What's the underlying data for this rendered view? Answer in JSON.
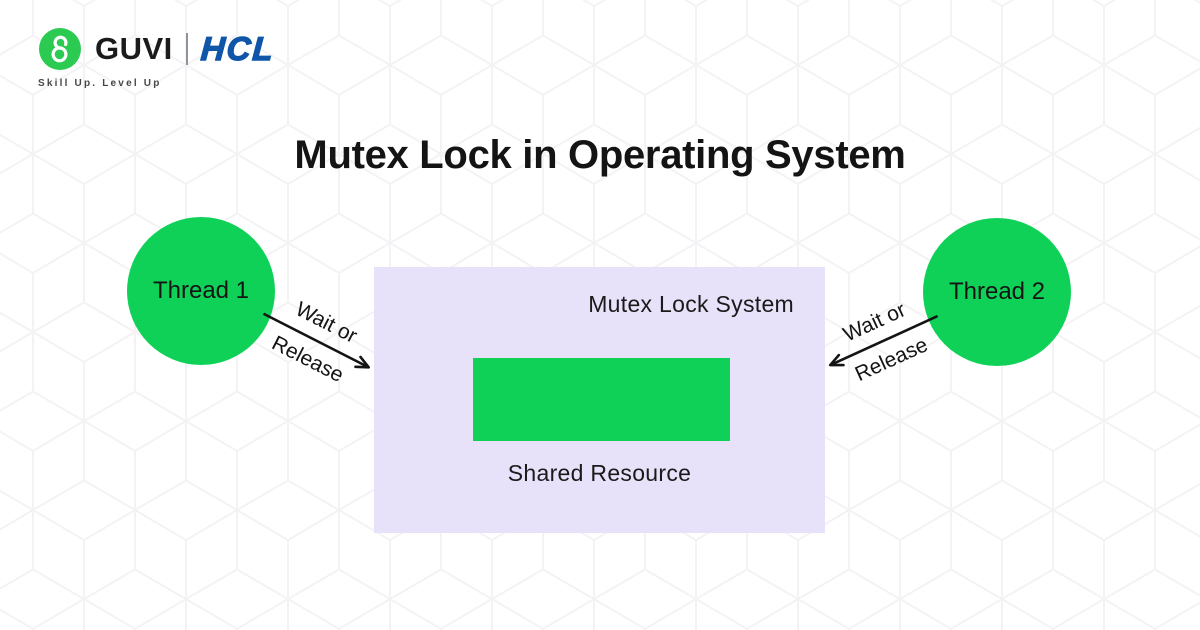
{
  "header": {
    "brand_guvi": "GUVI",
    "brand_hcl": "HCL",
    "tagline": "Skill Up. Level Up"
  },
  "title": "Mutex Lock in Operating System",
  "diagram": {
    "thread1_label": "Thread 1",
    "thread2_label": "Thread 2",
    "left_arrow": {
      "line1": "Wait or",
      "line2": "Release"
    },
    "right_arrow": {
      "line1": "Wait or",
      "line2": "Release"
    },
    "mutex_box": {
      "title": "Mutex Lock System",
      "shared_resource_label": "Shared Resource"
    }
  },
  "colors": {
    "brand_green": "#2BCB52",
    "thread_green": "#0FD158",
    "resource_green": "#0FD158",
    "mutex_box_lavender": "#E7E1F9",
    "hcl_blue": "#0F56A9",
    "text_dark": "#141414",
    "pattern_line": "#F4F2F5",
    "background": "#FFFFFF"
  }
}
